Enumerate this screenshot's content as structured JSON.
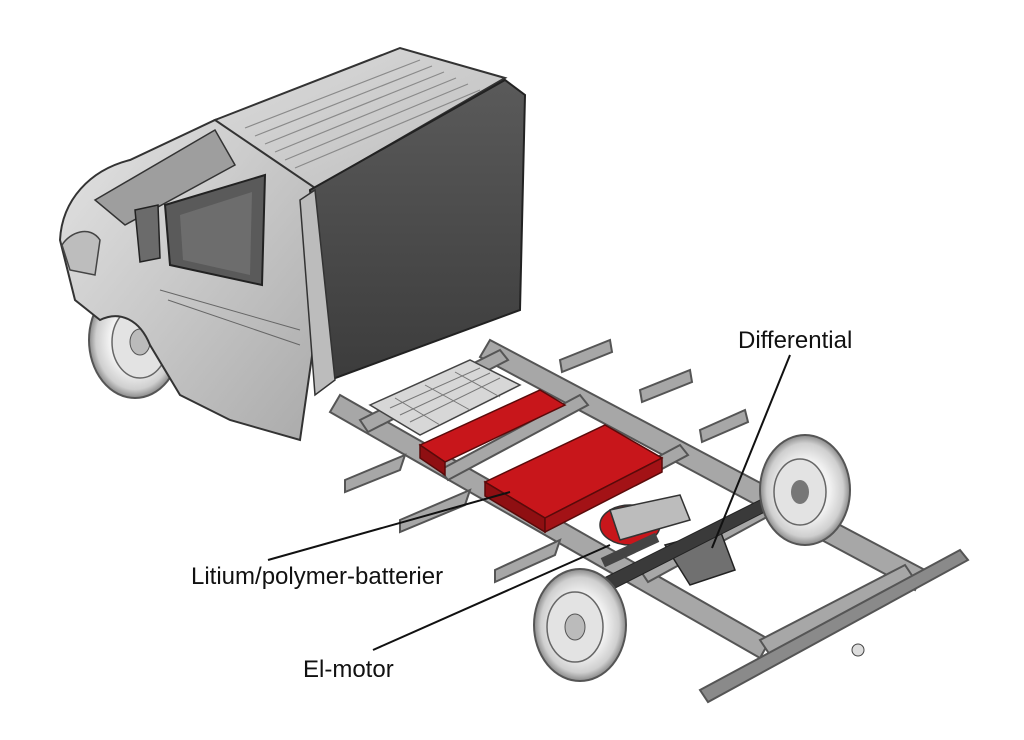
{
  "labels": {
    "differential": "Differential",
    "batteries": "Litium/polymer-batterier",
    "motor": "El-motor"
  },
  "colors": {
    "battery": "#c8161b",
    "body": "#d9d9d9",
    "body_dark": "#4a4a4a",
    "frame": "#8e8e8e",
    "background": "#ffffff"
  }
}
